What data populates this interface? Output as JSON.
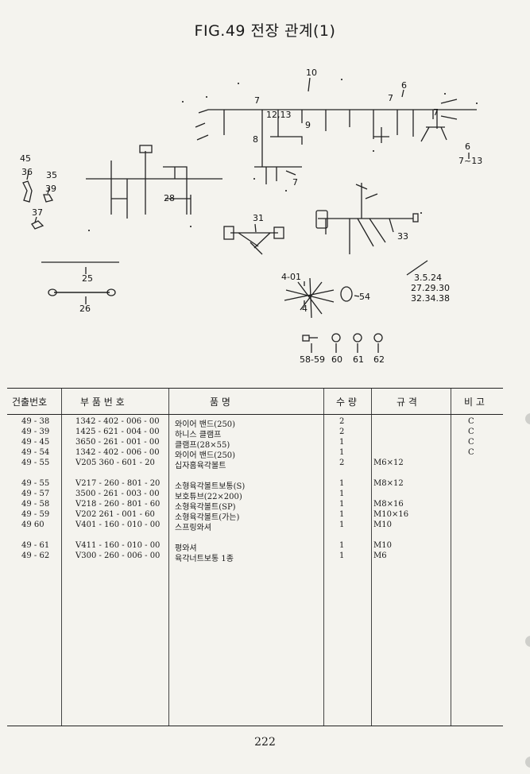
{
  "page": {
    "title": "FIG.49 전장 관계(1)",
    "page_number": "222"
  },
  "diagram": {
    "callouts": [
      "10",
      "6",
      "7",
      "7",
      "7",
      "12,13",
      "9",
      "8",
      "7",
      "6",
      "7~13",
      "45",
      "36",
      "35",
      "39",
      "37",
      "28",
      "31",
      "33",
      "25",
      "26",
      "4-01",
      "4",
      "54",
      "3.5.24",
      "27.29.30",
      "32.34.38",
      "58-59",
      "60",
      "61",
      "62"
    ]
  },
  "table": {
    "headers": [
      "건출번호",
      "부 품 번 호",
      "품 명",
      "수 량",
      "규 격",
      "비 고"
    ],
    "rows": [
      {
        "ref": "49 - 38",
        "part": "1342 - 402 - 006 - 00",
        "name": "와이어 밴드(250)",
        "qty": "2",
        "spec": "",
        "note": "C"
      },
      {
        "ref": "49 - 39",
        "part": "1425 - 621 - 004 - 00",
        "name": "하니스 클램프",
        "qty": "2",
        "spec": "",
        "note": "C"
      },
      {
        "ref": "49 - 45",
        "part": "3650 - 261 - 001 - 00",
        "name": "클램프(28×55)",
        "qty": "1",
        "spec": "",
        "note": "C"
      },
      {
        "ref": "49 - 54",
        "part": "1342 - 402 - 006 - 00",
        "name": "와이어 밴드(250)",
        "qty": "1",
        "spec": "",
        "note": "C"
      },
      {
        "ref": "49 - 55",
        "part": "V205  360 - 601 - 20",
        "name": "십자홈육각볼트",
        "qty": "2",
        "spec": "M6×12",
        "note": ""
      },
      {
        "ref": "49 - 55",
        "part": "V217 - 260 - 801 - 20",
        "name": "소형육각볼트보통(S)",
        "qty": "1",
        "spec": "M8×12",
        "note": ""
      },
      {
        "ref": "49 - 57",
        "part": "3500 - 261 - 003 - 00",
        "name": "보호튜브(22×200)",
        "qty": "1",
        "spec": "",
        "note": ""
      },
      {
        "ref": "49 - 58",
        "part": "V218 - 260 - 801 - 60",
        "name": "소형육각볼트(SP)",
        "qty": "1",
        "spec": "M8×16",
        "note": ""
      },
      {
        "ref": "49 - 59",
        "part": "V202  261 - 001 - 60",
        "name": "소형육각볼트(가는)",
        "qty": "1",
        "spec": "M10×16",
        "note": ""
      },
      {
        "ref": "49   60",
        "part": "V401 - 160 - 010 - 00",
        "name": "스프링와셔",
        "qty": "1",
        "spec": "M10",
        "note": ""
      },
      {
        "ref": "49 - 61",
        "part": "V411 - 160 - 010 - 00",
        "name": "평와셔",
        "qty": "1",
        "spec": "M10",
        "note": ""
      },
      {
        "ref": "49 - 62",
        "part": "V300 - 260 - 006 - 00",
        "name": "육각너트보통 1종",
        "qty": "1",
        "spec": "M6",
        "note": ""
      }
    ]
  }
}
